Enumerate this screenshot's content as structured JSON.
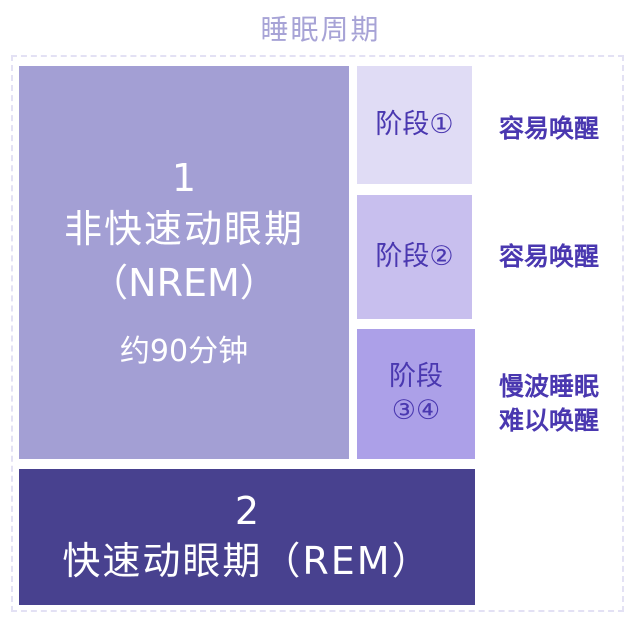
{
  "title": "睡眠周期",
  "nrem": {
    "number": "1",
    "name": "非快速动眼期",
    "abbr": "（NREM）",
    "duration": "约90分钟",
    "color": "#a39fd4"
  },
  "stages": [
    {
      "label": "阶段①",
      "description": "容易唤醒",
      "color": "#e0dcf5"
    },
    {
      "label": "阶段②",
      "description": "容易唤醒",
      "color": "#c8bfee"
    },
    {
      "label_line1": "阶段",
      "label_line2": "③④",
      "description_line1": "慢波睡眠",
      "description_line2": "难以唤醒",
      "color": "#aca0e8"
    }
  ],
  "rem": {
    "number": "2",
    "name": "快速动眼期（REM）",
    "color": "#48418f"
  },
  "colors": {
    "title": "#a7a3d6",
    "text_dark": "#4a38b0",
    "frame_dash": "#e3e1f4"
  }
}
